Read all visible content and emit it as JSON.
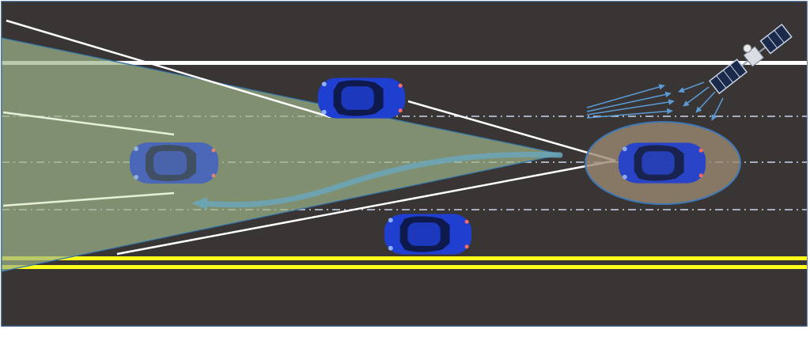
{
  "scene": {
    "road_color": "#383534",
    "road_border_color": "#2f4f73",
    "background_color": "#ffffff",
    "edge_line_color": "#ffffff",
    "center_line_color": "#ffff1a",
    "lane_marking_color": "#c9d6ea",
    "sensor_cone_fill": "#9fb58a",
    "sensor_cone_edge": "#2e6da4",
    "sensor_ray_color": "#ffffff",
    "trajectory_color": "#6aa6b8",
    "localization_ellipse_fill": "#9a8a72",
    "localization_ellipse_edge": "#3f78b5",
    "gnss_signal_color": "#5b9bd5",
    "car_body_color": "#1f3fd1",
    "car_window_color": "#0e1a4d"
  },
  "elements": {
    "ego_vehicle": "ego-vehicle",
    "vehicles": [
      "vehicle-upper-lane",
      "vehicle-lower-lane",
      "vehicle-ahead-in-cone"
    ],
    "satellite": "satellite-icon"
  }
}
